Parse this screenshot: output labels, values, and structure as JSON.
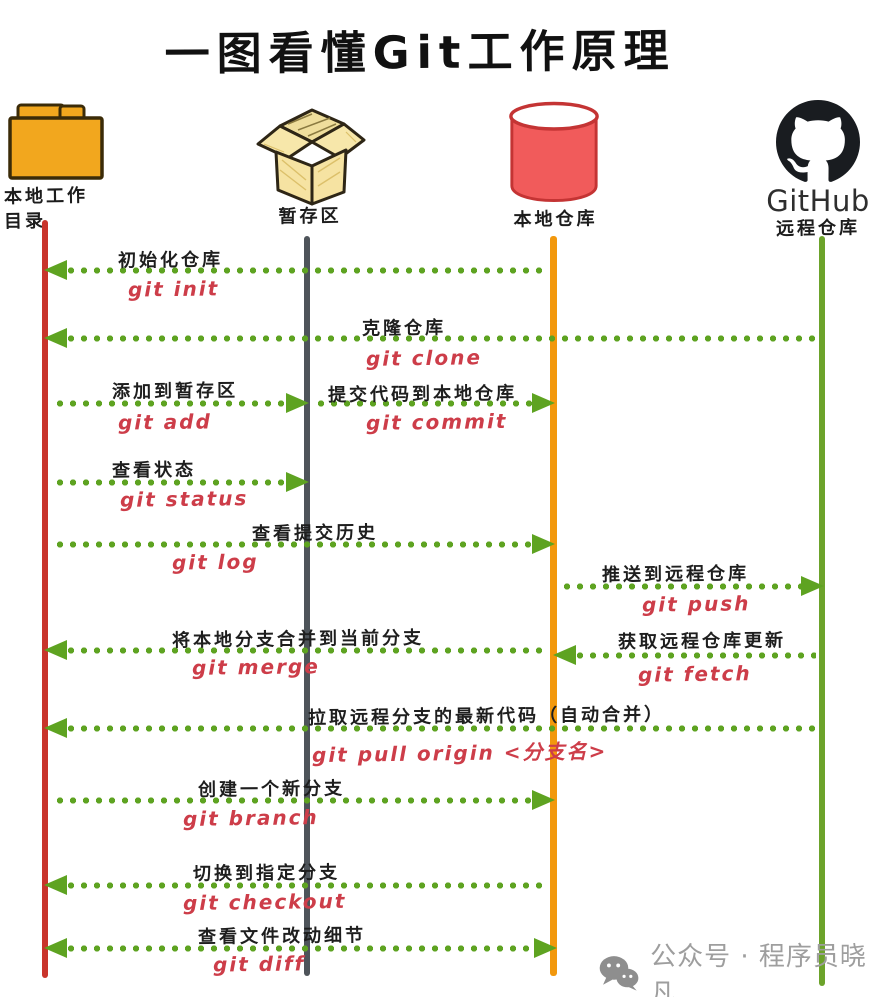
{
  "title": "一图看懂Git工作原理",
  "colors": {
    "workdir_line": "#C9342C",
    "staging_line": "#4E545A",
    "localrepo_line": "#F2980D",
    "remote_line": "#6CA32B",
    "arrow_green": "#5EA321",
    "command_red": "#CD3D49",
    "folder_fill": "#F2A71E",
    "box_fill": "#F7E7AA",
    "cylinder_fill": "#F15B5B",
    "github_dark": "#191C20",
    "watermark_gray": "#9E9E9E"
  },
  "actors": [
    {
      "id": "workdir",
      "icon": "folder-icon",
      "label": "本地工作目录",
      "label_lines": [
        "本地工作",
        "目录"
      ]
    },
    {
      "id": "staging",
      "icon": "open-box-icon",
      "label": "暂存区"
    },
    {
      "id": "localrepo",
      "icon": "database-icon",
      "label": "本地仓库"
    },
    {
      "id": "remote",
      "icon": "github-icon",
      "brand": "GitHub",
      "label": "远程仓库"
    }
  ],
  "arrows": [
    {
      "desc": "初始化仓库",
      "cmd": "git init",
      "from": "本地仓库",
      "to": "本地工作目录",
      "direction": "left"
    },
    {
      "desc": "克隆仓库",
      "cmd": "git clone",
      "from": "远程仓库",
      "to": "本地工作目录",
      "direction": "left"
    },
    {
      "desc": "添加到暂存区",
      "cmd": "git add",
      "from": "本地工作目录",
      "to": "暂存区",
      "direction": "right"
    },
    {
      "desc": "提交代码到本地仓库",
      "cmd": "git commit",
      "from": "暂存区",
      "to": "本地仓库",
      "direction": "right"
    },
    {
      "desc": "查看状态",
      "cmd": "git status",
      "from": "本地工作目录",
      "to": "暂存区",
      "direction": "right"
    },
    {
      "desc": "查看提交历史",
      "cmd": "git log",
      "from": "本地工作目录",
      "to": "本地仓库",
      "direction": "right"
    },
    {
      "desc": "推送到远程仓库",
      "cmd": "git push",
      "from": "本地仓库",
      "to": "远程仓库",
      "direction": "right"
    },
    {
      "desc": "将本地分支合并到当前分支",
      "cmd": "git merge",
      "from": "本地仓库",
      "to": "本地工作目录",
      "direction": "left"
    },
    {
      "desc": "获取远程仓库更新",
      "cmd": "git fetch",
      "from": "远程仓库",
      "to": "本地仓库",
      "direction": "left"
    },
    {
      "desc": "拉取远程分支的最新代码（自动合并）",
      "cmd": "git pull origin <分支名>",
      "from": "远程仓库",
      "to": "本地工作目录",
      "direction": "left"
    },
    {
      "desc": "创建一个新分支",
      "cmd": "git branch",
      "from": "本地工作目录",
      "to": "本地仓库",
      "direction": "right"
    },
    {
      "desc": "切换到指定分支",
      "cmd": "git checkout",
      "from": "本地仓库",
      "to": "本地工作目录",
      "direction": "left"
    },
    {
      "desc": "查看文件改动细节",
      "cmd": "git diff",
      "from": "本地工作目录",
      "to": "本地仓库",
      "direction": "both"
    }
  ],
  "watermark": {
    "icon": "wechat-icon",
    "text": "公众号 · 程序员晓凡"
  }
}
